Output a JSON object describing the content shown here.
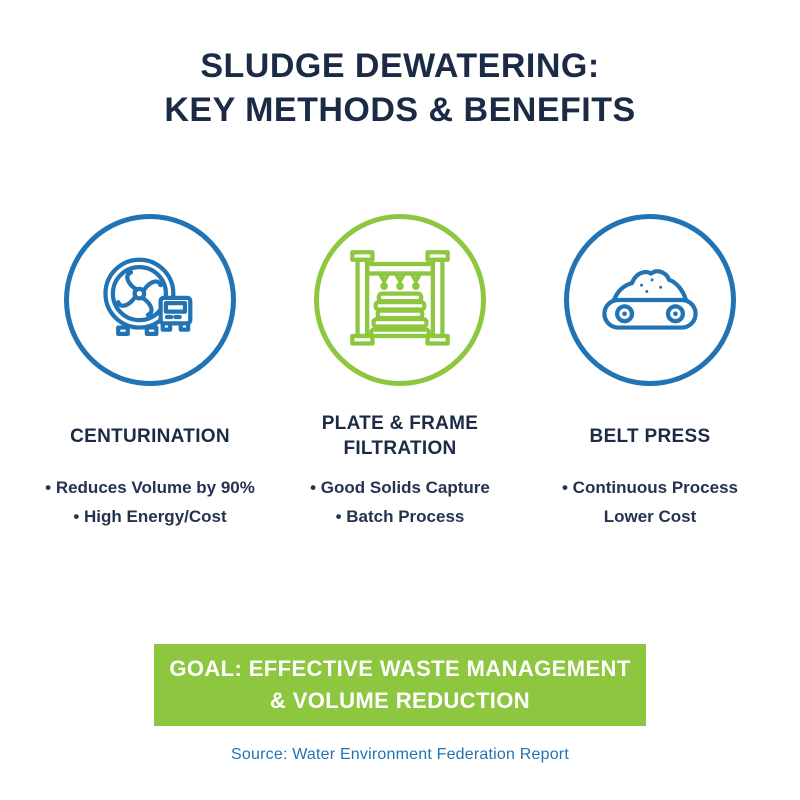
{
  "title": {
    "line1": "SLUDGE DEWATERING:",
    "line2": "KEY METHODS & BENEFITS"
  },
  "methods": [
    {
      "name": "CENTURINATION",
      "icon": "centrifuge-icon",
      "accent": "#2173b4",
      "bullets": [
        "• Reduces Volume by 90%",
        "• High Energy/Cost"
      ]
    },
    {
      "name": "PLATE & FRAME FILTRATION",
      "icon": "filter-press-icon",
      "accent": "#8dc63f",
      "bullets": [
        "• Good Solids Capture",
        "• Batch Process"
      ]
    },
    {
      "name": "BELT PRESS",
      "icon": "belt-press-icon",
      "accent": "#2173b4",
      "bullets": [
        "• Continuous Process",
        "Lower Cost"
      ]
    }
  ],
  "goal": {
    "line1": "GOAL: EFFECTIVE WASTE MANAGEMENT",
    "line2": "& VOLUME REDUCTION"
  },
  "source": "Source: Water Environment Federation Report",
  "colors": {
    "navy": "#1c2b45",
    "blue": "#2173b4",
    "green": "#8dc63f",
    "background": "#ffffff"
  }
}
